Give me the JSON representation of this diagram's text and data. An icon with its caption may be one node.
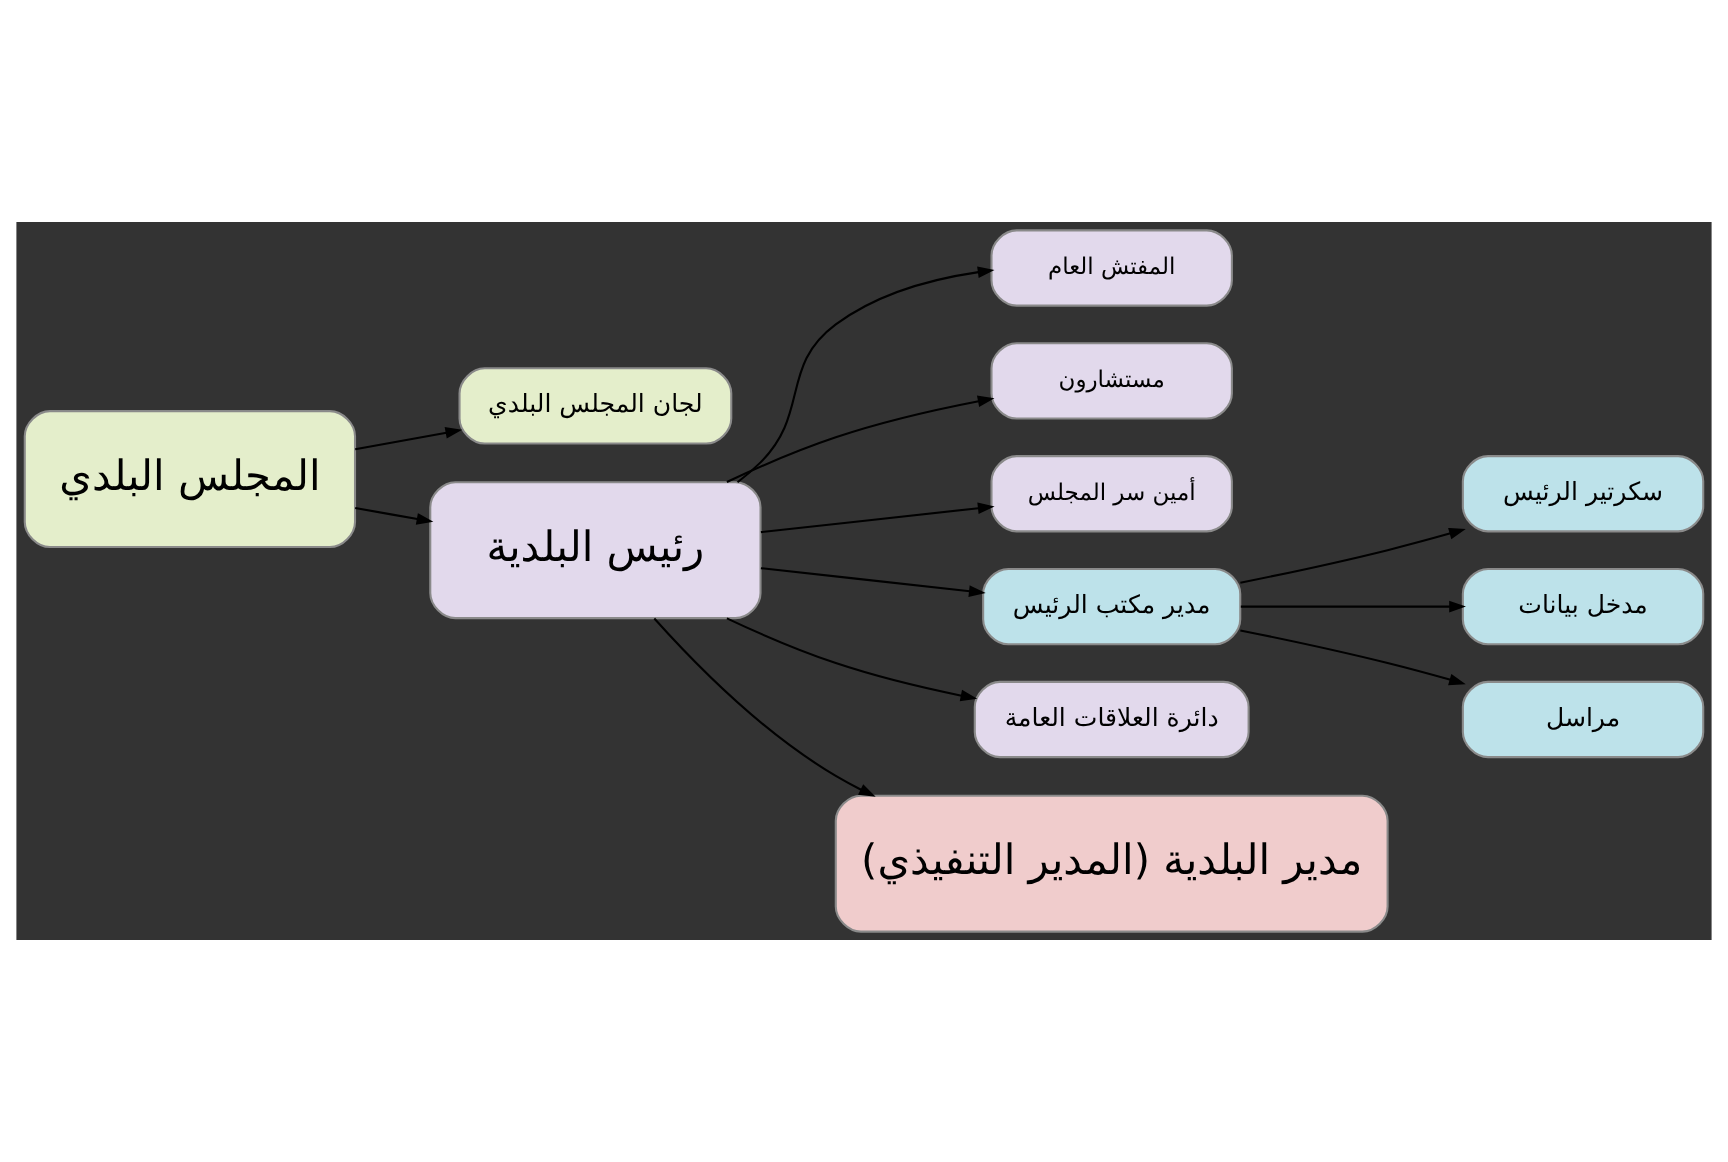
{
  "diagram": {
    "nodes": [
      {
        "text": [
          "المجلس البلدي"
        ]
      },
      {
        "text": [
          "لجان المجلس البلدي"
        ]
      },
      {
        "text": [
          "رئيس البلدية"
        ]
      },
      {
        "text": [
          "المفتش العام"
        ]
      },
      {
        "text": [
          "مستشارون"
        ]
      },
      {
        "text": [
          "أمين سر المجلس"
        ]
      },
      {
        "text": [
          "سكرتير الرئيس"
        ]
      },
      {
        "text": [
          "مدخل بيانات"
        ]
      },
      {
        "text": [
          "مدير مكتب الرئيس"
        ]
      },
      {
        "text": [
          "مراسل"
        ]
      },
      {
        "text": [
          "دائرة العلاقات العامة"
        ]
      },
      {
        "text": [
          "مدير البلدية (المدير التنفيذي)"
        ]
      }
    ],
    "edges": [
      {
        "from": 0,
        "to": 1,
        "arrow": "to"
      },
      {
        "from": 0,
        "to": 2,
        "arrow": "to"
      },
      {
        "from": 2,
        "to": 3,
        "arrow": "to"
      },
      {
        "from": 2,
        "to": 4,
        "arrow": "to"
      },
      {
        "from": 2,
        "to": 5,
        "arrow": "to"
      },
      {
        "from": 2,
        "to": 8,
        "arrow": "to"
      },
      {
        "from": 2,
        "to": 10,
        "arrow": "to"
      },
      {
        "from": 2,
        "to": 11,
        "arrow": "to"
      },
      {
        "from": 8,
        "to": 6,
        "arrow": "to"
      },
      {
        "from": 8,
        "to": 7,
        "arrow": "to"
      },
      {
        "from": 8,
        "to": 9,
        "arrow": "to"
      }
    ]
  }
}
